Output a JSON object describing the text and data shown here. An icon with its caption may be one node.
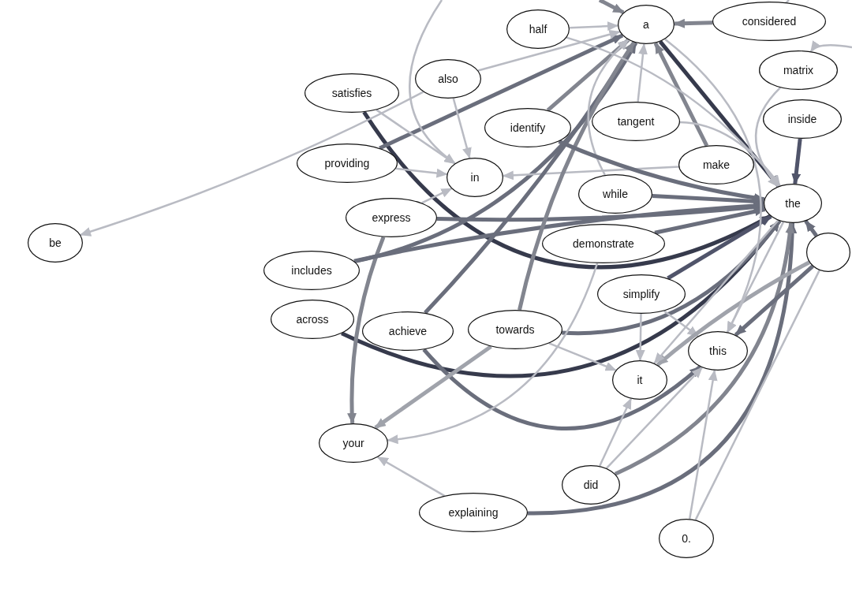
{
  "diagram": {
    "nodes": [
      {
        "text": [
          "half"
        ]
      },
      {
        "text": [
          "a"
        ]
      },
      {
        "text": [
          "considered"
        ]
      },
      {
        "text": [
          "also"
        ]
      },
      {
        "text": [
          "satisfies"
        ]
      },
      {
        "text": [
          "matrix"
        ]
      },
      {
        "text": [
          "identify"
        ]
      },
      {
        "text": [
          "tangent"
        ]
      },
      {
        "text": [
          "inside"
        ]
      },
      {
        "text": [
          "providing"
        ]
      },
      {
        "text": [
          "in"
        ]
      },
      {
        "text": [
          "make"
        ]
      },
      {
        "text": [
          "while"
        ]
      },
      {
        "text": [
          "the"
        ]
      },
      {
        "text": [
          "express"
        ]
      },
      {
        "text": [
          "be"
        ]
      },
      {
        "text": [
          "demonstrate"
        ]
      },
      {
        "text": [],
        "shape": "circle"
      },
      {
        "text": [
          "includes"
        ]
      },
      {
        "text": [
          "simplify"
        ]
      },
      {
        "text": [
          "across"
        ]
      },
      {
        "text": [
          "achieve"
        ]
      },
      {
        "text": [
          "towards"
        ]
      },
      {
        "text": [
          "this"
        ]
      },
      {
        "text": [
          "it"
        ]
      },
      {
        "text": [
          "your"
        ]
      },
      {
        "text": [
          "did"
        ]
      },
      {
        "text": [
          "explaining"
        ]
      },
      {
        "text": [
          "0."
        ]
      }
    ],
    "edges": [
      {
        "from": 4,
        "to": 13,
        "arrow": "to",
        "style": "thick",
        "color": "#363a4c"
      },
      {
        "from": 3,
        "to": 15,
        "arrow": "to"
      },
      {
        "from": 9,
        "to": 1,
        "arrow": "to",
        "style": "thick",
        "color": "#6a6e7c"
      },
      {
        "from": 18,
        "to": 1,
        "arrow": "to",
        "style": "thick",
        "color": "#6a6e7c"
      },
      {
        "from": 20,
        "to": 13,
        "arrow": "to",
        "style": "thick",
        "color": "#363a4c"
      },
      {
        "from": 14,
        "to": 13,
        "arrow": "to",
        "style": "thick",
        "color": "#6a6e7c"
      },
      {
        "from": 14,
        "to": 25,
        "arrow": "to",
        "style": "thick",
        "color": "#82858f"
      },
      {
        "from": 18,
        "to": 13,
        "arrow": "to",
        "style": "thick",
        "color": "#6a6e7c"
      },
      {
        "from": 12,
        "to": 13,
        "arrow": "to",
        "style": "thick",
        "color": "#6a6e7c"
      },
      {
        "from": 16,
        "to": 13,
        "arrow": "to",
        "style": "thick",
        "color": "#6a6e7c"
      },
      {
        "from": 19,
        "to": 13,
        "arrow": "to",
        "style": "thick",
        "color": "#50546a"
      },
      {
        "from": 22,
        "to": 13,
        "arrow": "to",
        "style": "thick",
        "color": "#6a6e7c"
      },
      {
        "from": 21,
        "to": 23,
        "arrow": "to",
        "style": "thick",
        "color": "#6a6e7c"
      },
      {
        "from": 22,
        "to": 24,
        "arrow": "to"
      },
      {
        "from": 27,
        "to": 25,
        "arrow": "to"
      },
      {
        "from": 27,
        "to": 13,
        "arrow": "to",
        "style": "thick",
        "color": "#6a6e7c"
      },
      {
        "from": 26,
        "to": 24,
        "arrow": "to"
      },
      {
        "from": 26,
        "to": 23,
        "arrow": "to"
      },
      {
        "from": 26,
        "to": 13,
        "arrow": "to",
        "style": "thick",
        "color": "#82858f"
      },
      {
        "from": 28,
        "to": 23,
        "arrow": "to"
      },
      {
        "from": 28,
        "to": 17,
        "arrow": "none"
      },
      {
        "from": 11,
        "to": 10,
        "arrow": "to"
      },
      {
        "from": 8,
        "to": 13,
        "arrow": "to",
        "style": "thick",
        "color": "#50546a"
      },
      {
        "from": 1,
        "to": 13,
        "arrow": "to",
        "style": "thick",
        "color": "#363a4c"
      },
      {
        "from": 5,
        "to": 13,
        "arrow": "to"
      },
      {
        "from": 2,
        "to": 1,
        "arrow": "to",
        "style": "thick",
        "color": "#82858f"
      },
      {
        "from": 0,
        "to": 1,
        "arrow": "to"
      },
      {
        "from": 7,
        "to": 1,
        "arrow": "to"
      },
      {
        "from": 6,
        "to": 1,
        "arrow": "to",
        "style": "thick",
        "color": "#82858f"
      },
      {
        "from": 21,
        "to": 1,
        "arrow": "to",
        "style": "thick",
        "color": "#6a6e7c"
      },
      {
        "from": 22,
        "to": 1,
        "arrow": "to",
        "style": "thick",
        "color": "#82858f"
      },
      {
        "from": 19,
        "to": 23,
        "arrow": "to"
      },
      {
        "from": 19,
        "to": 24,
        "arrow": "to"
      },
      {
        "from": 16,
        "to": 25,
        "arrow": "to"
      },
      {
        "from": 22,
        "to": 25,
        "arrow": "to",
        "style": "thick",
        "color": "#a0a3ab"
      },
      {
        "from": 9,
        "to": 10,
        "arrow": "to"
      },
      {
        "from": 4,
        "to": 10,
        "arrow": "to"
      },
      {
        "from": 3,
        "to": 10,
        "arrow": "to"
      },
      {
        "from": 14,
        "to": 10,
        "arrow": "to"
      },
      {
        "from": 17,
        "to": 23,
        "arrow": "to",
        "style": "thick",
        "color": "#6a6e7c"
      },
      {
        "from": 17,
        "to": 24,
        "arrow": "to",
        "style": "thick",
        "color": "#a0a3ab"
      },
      {
        "from": 17,
        "to": 13,
        "arrow": "to",
        "style": "thick",
        "color": "#6a6e7c"
      },
      {
        "from": 12,
        "to": 1,
        "arrow": "to"
      },
      {
        "from": 13,
        "to": 23,
        "arrow": "to"
      },
      {
        "from": 13,
        "to": 24,
        "arrow": "to"
      },
      {
        "from": 11,
        "to": 1,
        "arrow": "to",
        "style": "thick",
        "color": "#82858f"
      },
      {
        "from": 6,
        "to": 13,
        "arrow": "to",
        "style": "thick",
        "color": "#6a6e7c"
      },
      {
        "from": 7,
        "to": 13,
        "arrow": "to"
      },
      {
        "from": 1,
        "to": 23,
        "arrow": "to"
      },
      {
        "from": 3,
        "to": 1,
        "arrow": "to"
      },
      {
        "from": 0,
        "to": 13,
        "arrow": "to"
      },
      {
        "from": null,
        "to": 1,
        "arrow": "to",
        "style": "thick",
        "color": "#82858f"
      },
      {
        "from": null,
        "to": 2,
        "arrow": "to"
      },
      {
        "from": null,
        "to": 10,
        "arrow": "to"
      },
      {
        "from": null,
        "to": 5,
        "arrow": "to"
      }
    ]
  }
}
